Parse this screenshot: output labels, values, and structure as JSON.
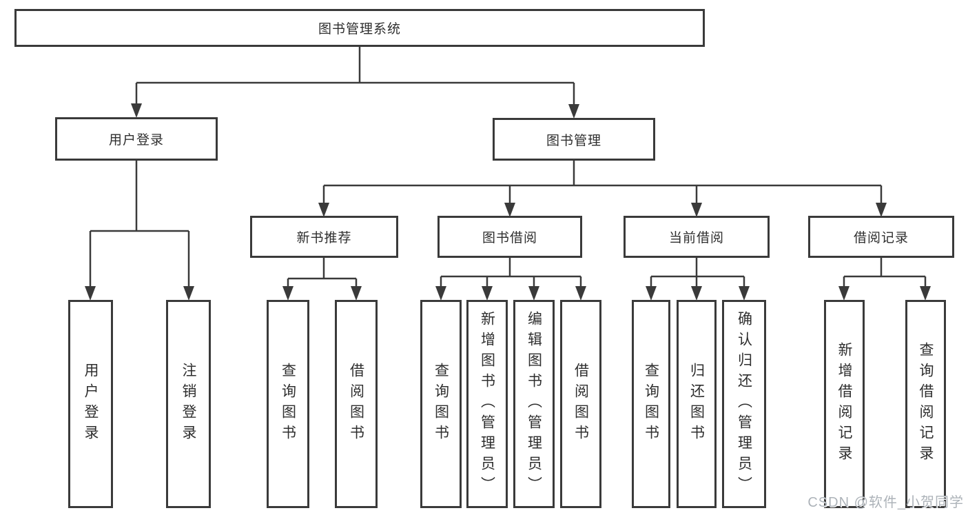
{
  "root": "图书管理系统",
  "watermark": "CSDN @软件_小贺同学",
  "colors": {
    "line": "#3a3a3a",
    "text": "#2e2e2e",
    "watermark": "#adb3b9"
  },
  "level1": [
    {
      "label": "用户登录",
      "children": [
        "用户登录",
        "注销登录"
      ]
    },
    {
      "label": "图书管理",
      "children": [
        {
          "label": "新书推荐",
          "children": [
            "查询图书",
            "借阅图书"
          ]
        },
        {
          "label": "图书借阅",
          "children": [
            "查询图书",
            "新增图书（管理员）",
            "编辑图书（管理员）",
            "借阅图书"
          ]
        },
        {
          "label": "当前借阅",
          "children": [
            "查询图书",
            "归还图书",
            "确认归还（管理员）"
          ]
        },
        {
          "label": "借阅记录",
          "children": [
            "新增借阅记录",
            "查询借阅记录"
          ]
        }
      ]
    }
  ]
}
